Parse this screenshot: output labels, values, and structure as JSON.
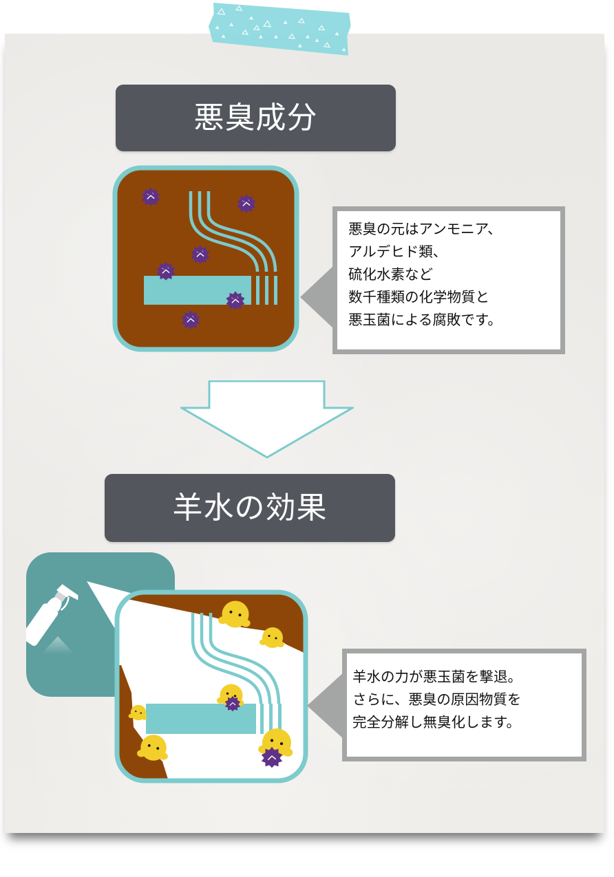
{
  "colors": {
    "heading_bg": "#53565d",
    "heading_text": "#ffffff",
    "teal_accent": "#7ccbcd",
    "dark_teal": "#5e9fa0",
    "brown_dirt": "#8e4608",
    "germ_purple": "#5f3285",
    "good_germ_yellow": "#f2cf2a",
    "callout_border": "#a4a6a5",
    "tape": "#8fdbe0"
  },
  "section1": {
    "title": "悪臭成分",
    "illustration": "cigarette-with-smoke-and-germs-icon",
    "callout_lines": [
      "悪臭の元はアンモニア、",
      "アルデヒド類、",
      "硫化水素など",
      "数千種類の化学物質と",
      "悪玉菌による腐敗です。"
    ]
  },
  "transition": {
    "icon": "down-arrow-icon"
  },
  "section2": {
    "title": "羊水の効果",
    "spray_icon": "spray-bottle-icon",
    "illustration": "cleaned-cigarette-with-good-germs-icon",
    "callout_lines": [
      "羊水の力が悪玉菌を撃退。",
      "さらに、悪臭の原因物質を",
      "完全分解し無臭化します。"
    ]
  }
}
